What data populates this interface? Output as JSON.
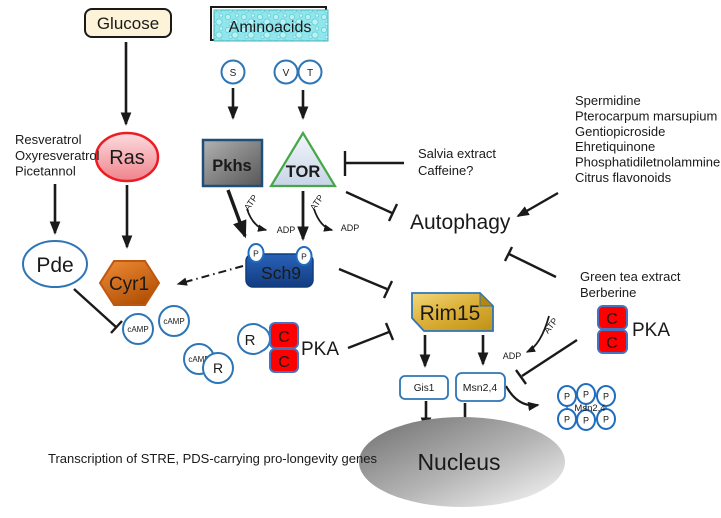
{
  "figure": {
    "nodes": {
      "glucose": "Glucose",
      "aminoacids": "Aminoacids",
      "sensor_s": "S",
      "sensor_v": "V",
      "sensor_t": "T",
      "ras": "Ras",
      "pkhs": "Pkhs",
      "tor": "TOR",
      "pde": "Pde",
      "cyr1": "Cyr1",
      "sch9": "Sch9",
      "rim15": "Rim15",
      "gis1": "Gis1",
      "msn24": "Msn2,4",
      "nucleus": "Nucleus",
      "autophagy": "Autophagy",
      "pka": "PKA",
      "r_subunit": "R",
      "c_subunit": "C",
      "camp": "cAMP",
      "phosphate": "P"
    },
    "molecules": {
      "atp": "ATP",
      "adp": "ADP"
    },
    "annotations": {
      "ras_pathway_inhibitors": [
        "Resveratrol",
        "Oxyresveratrol",
        "Picetannol"
      ],
      "tor_inhibitors": [
        "Salvia extract",
        "Caffeine?"
      ],
      "autophagy_inducers": [
        "Spermidine",
        "Pterocarpum marsupium",
        "Gentiopicroside",
        "Ehretiquinone",
        "Phosphatidiletnolammine",
        "Citrus flavonoids"
      ],
      "pka_autophagy_modulators": [
        "Green tea extract",
        "Berberine"
      ],
      "caption": "Transcription of STRE, PDS-carrying pro-longevity genes"
    },
    "colors": {
      "glucose_fill": "#fdf3d9",
      "aminoacids_fill": "#8fe6ec",
      "ras_stroke": "#ed1c24",
      "pkhs_stroke": "#1f4e79",
      "tor_stroke": "#46a746",
      "node_blue": "#2e75b6",
      "cyr1_fill": "#d96a14",
      "sch9_fill": "#1c4f9e",
      "c_subunit_fill": "#ff0000",
      "rim15_fill": "#d9a521",
      "nucleus_fill": "#8a8a8a",
      "arrow": "#1a1a1a"
    }
  }
}
